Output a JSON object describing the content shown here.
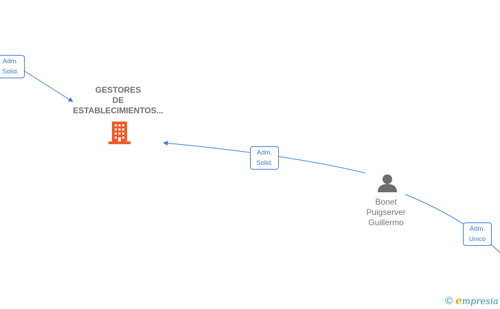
{
  "nodes": {
    "company": {
      "name_line1": "GESTORES",
      "name_line2": "DE",
      "name_line3": "ESTABLECIMIENTOS...",
      "icon": "building-icon",
      "icon_color": "#f05a28"
    },
    "person": {
      "name_line1": "Bonet",
      "name_line2": "Puigserver",
      "name_line3": "Guillermo",
      "icon": "person-icon",
      "icon_color": "#6e6e6e"
    }
  },
  "edges": [
    {
      "id": "edge-top-left",
      "line1": "Adm.",
      "line2": "Solid."
    },
    {
      "id": "edge-person-company",
      "line1": "Adm.",
      "line2": "Solid."
    },
    {
      "id": "edge-person-right",
      "line1": "Adm.",
      "line2": "Unico"
    }
  ],
  "colors": {
    "edge": "#3a7bd5",
    "label_text": "#757575"
  },
  "footer": {
    "copyright_symbol": "©",
    "brand_initial": "e",
    "brand_rest": "mpresia"
  }
}
